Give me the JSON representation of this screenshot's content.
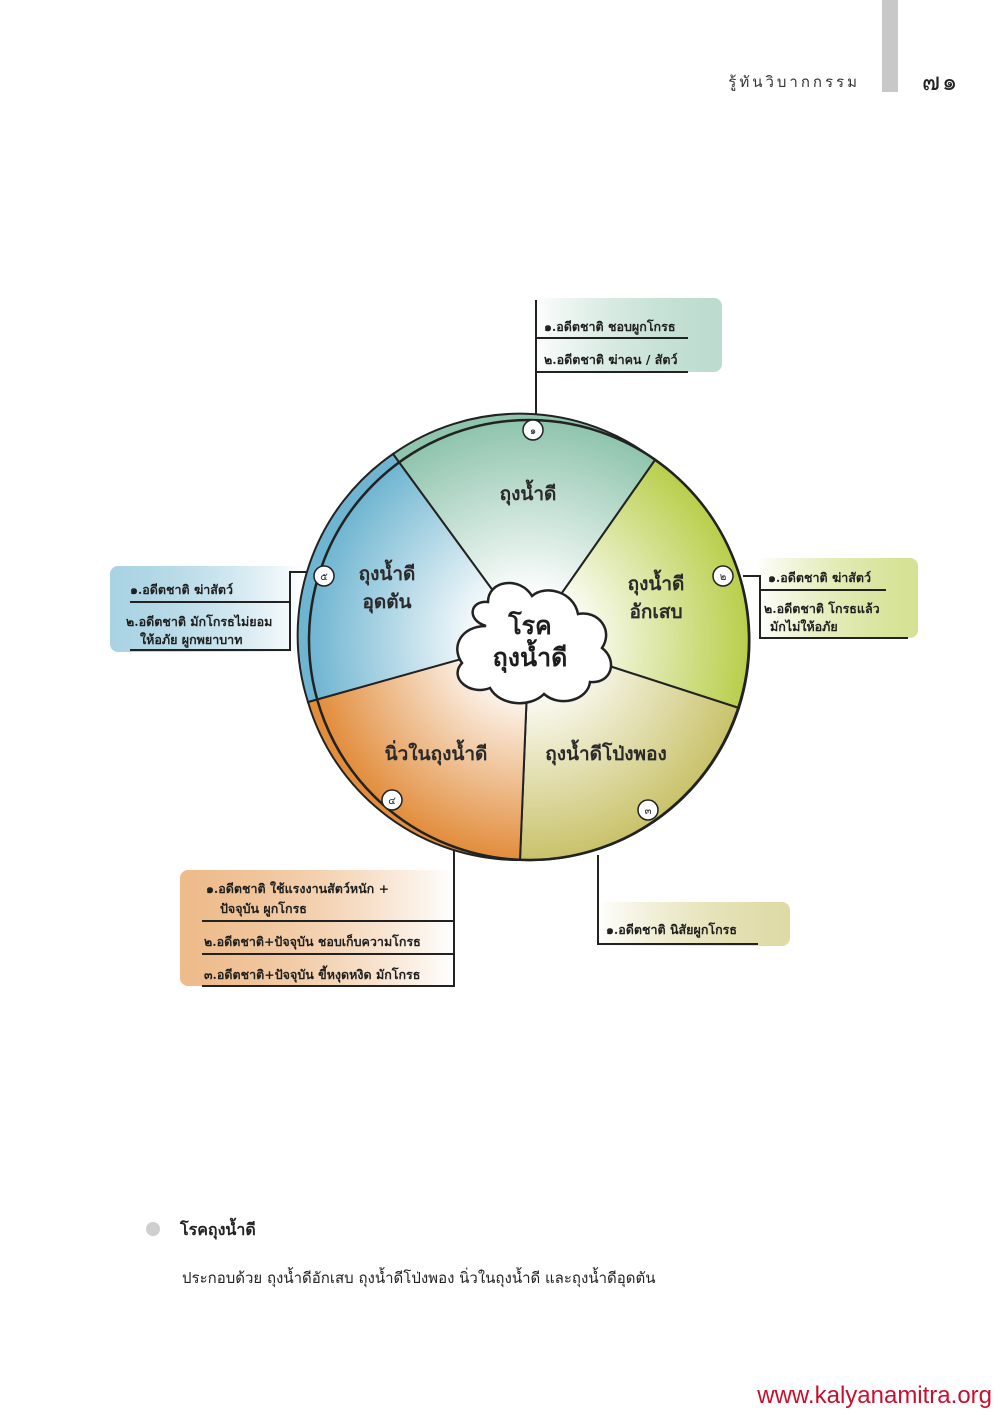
{
  "header": {
    "title": "รู้ทันวิบากกรรม",
    "page_number": "๗๑"
  },
  "colors": {
    "top": "#8fc4ad",
    "right": "#b9ce4b",
    "bottom_right": "#c9c26a",
    "bottom_left": "#e28d3c",
    "left": "#6fb5d1",
    "accent": "#c8102e"
  },
  "diagram": {
    "center": {
      "line1": "โรค",
      "line2": "ถุงน้ำดี"
    },
    "segments": [
      {
        "number": "๑",
        "line1": "ถุงน้ำดี",
        "line2": ""
      },
      {
        "number": "๒",
        "line1": "ถุงน้ำดี",
        "line2": "อักเสบ"
      },
      {
        "number": "๓",
        "line1": "ถุงน้ำดีโป่งพอง",
        "line2": ""
      },
      {
        "number": "๔",
        "line1": "นิ่วในถุงน้ำดี",
        "line2": ""
      },
      {
        "number": "๕",
        "line1": "ถุงน้ำดี",
        "line2": "อุดตัน"
      }
    ],
    "boxes": [
      {
        "items": [
          [
            "๑.อดีตชาติ ชอบผูกโกรธ"
          ],
          [
            "๒.อดีตชาติ ฆ่าคน / สัตว์"
          ]
        ]
      },
      {
        "items": [
          [
            "๑.อดีตชาติ ฆ่าสัตว์"
          ],
          [
            "๒.อดีตชาติ โกรธแล้ว",
            "มักไม่ให้อภัย"
          ]
        ]
      },
      {
        "items": [
          [
            "๑.อดีตชาติ นิสัยผูกโกรธ"
          ]
        ]
      },
      {
        "items": [
          [
            "๑.อดีตชาติ ใช้แรงงานสัตว์หนัก +",
            "ปัจจุบัน ผูกโกรธ"
          ],
          [
            "๒.อดีตชาติ+ปัจจุบัน ชอบเก็บความโกรธ"
          ],
          [
            "๓.อดีตชาติ+ปัจจุบัน ขี้หงุดหงิด มักโกรธ"
          ]
        ]
      },
      {
        "items": [
          [
            "๑.อดีตชาติ ฆ่าสัตว์"
          ],
          [
            "๒.อดีตชาติ มักโกรธไม่ยอม",
            "ให้อภัย ผูกพยาบาท"
          ]
        ]
      }
    ]
  },
  "caption": {
    "title": "โรคถุงน้ำดี",
    "body": "ประกอบด้วย ถุงน้ำดีอักเสบ ถุงน้ำดีโป่งพอง นิ่วในถุงน้ำดี และถุงน้ำดีอุดตัน"
  },
  "website": "www.kalyanamitra.org"
}
